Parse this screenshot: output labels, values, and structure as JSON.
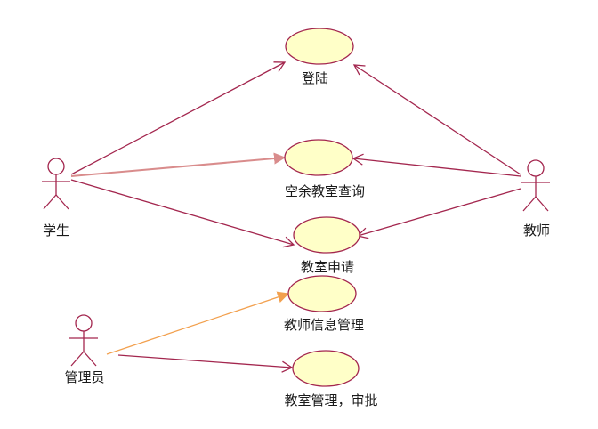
{
  "diagram": {
    "actors": [
      {
        "id": "student",
        "label": "学生"
      },
      {
        "id": "teacher",
        "label": "教师"
      },
      {
        "id": "admin",
        "label": "管理员"
      }
    ],
    "use_cases": [
      {
        "id": "login",
        "label": "登陆"
      },
      {
        "id": "room_query",
        "label": "空余教室查询"
      },
      {
        "id": "room_apply",
        "label": "教室申请"
      },
      {
        "id": "teacher_info",
        "label": "教师信息管理"
      },
      {
        "id": "room_manage",
        "label": "教室管理，审批"
      }
    ],
    "associations": [
      {
        "from": "student",
        "to": "login"
      },
      {
        "from": "student",
        "to": "room_query"
      },
      {
        "from": "student",
        "to": "room_apply"
      },
      {
        "from": "teacher",
        "to": "login"
      },
      {
        "from": "teacher",
        "to": "room_query"
      },
      {
        "from": "teacher",
        "to": "room_apply"
      },
      {
        "from": "admin",
        "to": "teacher_info"
      },
      {
        "from": "admin",
        "to": "room_manage"
      }
    ]
  },
  "colors": {
    "line": "#a3264e",
    "highlight_line": "#d98c8c",
    "admin_highlight_line": "#f2a04e",
    "ellipse_fill": "#ffffc8",
    "ellipse_stroke": "#a3264e",
    "actor_stroke": "#a3264e"
  }
}
